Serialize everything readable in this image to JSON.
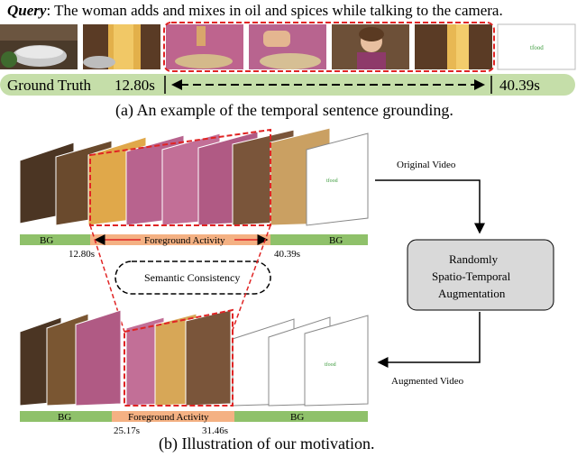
{
  "part_a": {
    "query_label": "Query",
    "query_text": ": The woman adds and mixes in oil and spices while talking to the camera.",
    "ground_truth_label": "Ground Truth",
    "start_time": "12.80s",
    "end_time": "40.39s",
    "logo_text": "tfood",
    "caption": "(a) An example of the temporal sentence grounding."
  },
  "part_b": {
    "top_bg_left": "BG",
    "top_fg_label": "Foreground Activity",
    "top_bg_right": "BG",
    "top_start": "12.80s",
    "top_end": "40.39s",
    "semantic_label": "Semantic Consistency",
    "original_video_label": "Original Video",
    "augment_box": [
      "Randomly",
      "Spatio-Temporal",
      "Augmentation"
    ],
    "augmented_video_label": "Augmented Video",
    "bottom_bg_left": "BG",
    "bottom_fg_label": "Foreground Activity",
    "bottom_bg_right": "BG",
    "bottom_start": "25.17s",
    "bottom_end": "31.46s",
    "caption": "(b) Illustration of our motivation."
  },
  "colors": {
    "bg_bar_green": "#8fc16a",
    "fg_bar_orange": "#f4b183",
    "gt_bar_green": "#c5dea9",
    "highlight_red": "#e02424",
    "augment_box_fill": "#d9d9d9"
  }
}
